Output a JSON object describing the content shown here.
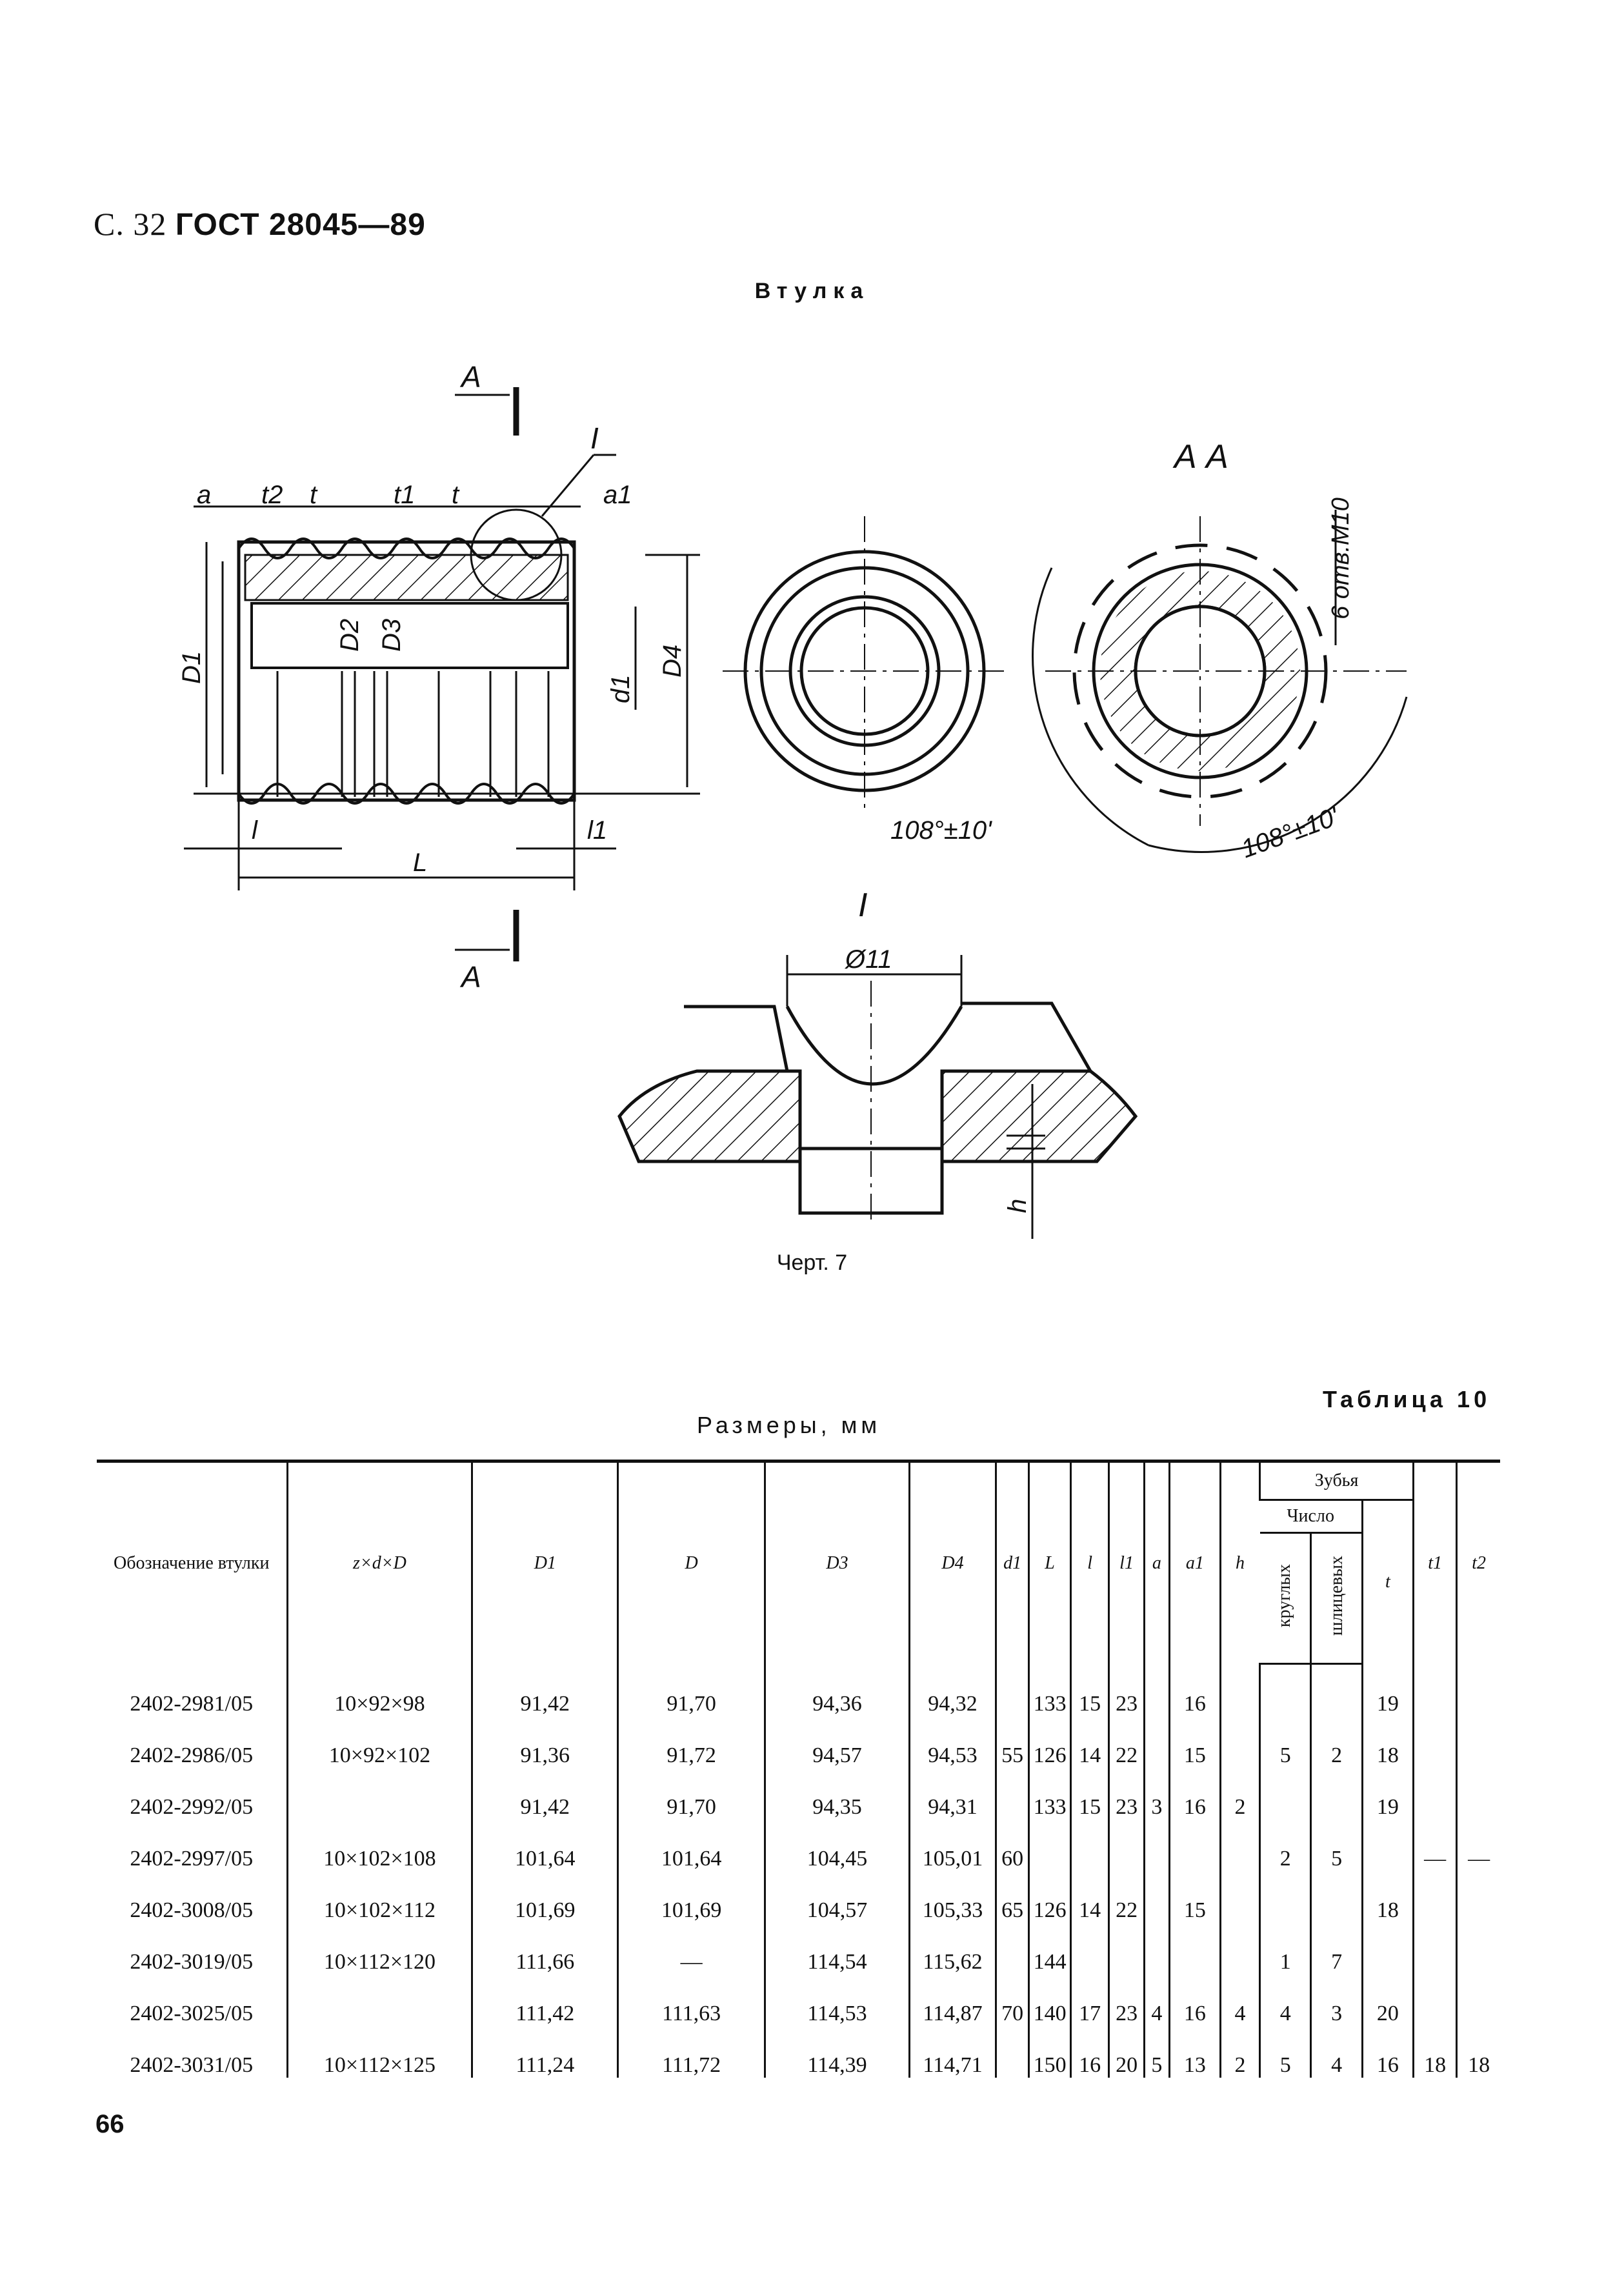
{
  "header": {
    "page_prefix": "С. 32",
    "standard": "ГОСТ 28045—89"
  },
  "drawing_title": "Втулка",
  "figure_caption": "Черт. 7",
  "drawing_labels": {
    "section_a": "А",
    "section_aa": "А А",
    "detail": "I",
    "diameter": "Ø11",
    "angle": "108°±10'",
    "holes": "6 отв.М10",
    "dims": [
      "a",
      "t2",
      "t",
      "t1",
      "t",
      "a1",
      "D1",
      "D2",
      "D3",
      "d1",
      "D4",
      "l",
      "L",
      "l1",
      "h"
    ]
  },
  "table": {
    "title": "Таблица 10",
    "subtitle": "Размеры, мм",
    "headers": {
      "designation": "Обозначение втулки",
      "zdD": "z×d×D",
      "D1": "D1",
      "D": "D",
      "D3": "D3",
      "D4": "D4",
      "d1": "d1",
      "L": "L",
      "l": "l",
      "l1": "l1",
      "a": "a",
      "a1": "a1",
      "h": "h",
      "teeth": "Зубья",
      "count": "Число",
      "round": "круглых",
      "spline": "шлицевых",
      "t": "t",
      "t1": "t1",
      "t2": "t2"
    },
    "rows": [
      {
        "des": "2402-2981/05",
        "zdD": "10×92×98",
        "D1": "91,42",
        "D": "91,70",
        "D3": "94,36",
        "D4": "94,32",
        "d1": "",
        "L": "133",
        "l": "15",
        "l1": "23",
        "a": "",
        "a1": "16",
        "h": "",
        "round": "",
        "spline": "",
        "t": "19",
        "t1": "",
        "t2": ""
      },
      {
        "des": "2402-2986/05",
        "zdD": "10×92×102",
        "D1": "91,36",
        "D": "91,72",
        "D3": "94,57",
        "D4": "94,53",
        "d1": "55",
        "L": "126",
        "l": "14",
        "l1": "22",
        "a": "",
        "a1": "15",
        "h": "",
        "round": "5",
        "spline": "2",
        "t": "18",
        "t1": "",
        "t2": ""
      },
      {
        "des": "2402-2992/05",
        "zdD": "",
        "D1": "91,42",
        "D": "91,70",
        "D3": "94,35",
        "D4": "94,31",
        "d1": "",
        "L": "133",
        "l": "15",
        "l1": "23",
        "a": "3",
        "a1": "16",
        "h": "2",
        "round": "",
        "spline": "",
        "t": "19",
        "t1": "",
        "t2": ""
      },
      {
        "des": "2402-2997/05",
        "zdD": "10×102×108",
        "D1": "101,64",
        "D": "101,64",
        "D3": "104,45",
        "D4": "105,01",
        "d1": "60",
        "L": "",
        "l": "",
        "l1": "",
        "a": "",
        "a1": "",
        "h": "",
        "round": "2",
        "spline": "5",
        "t": "",
        "t1": "—",
        "t2": "—"
      },
      {
        "des": "2402-3008/05",
        "zdD": "10×102×112",
        "D1": "101,69",
        "D": "101,69",
        "D3": "104,57",
        "D4": "105,33",
        "d1": "65",
        "L": "126",
        "l": "14",
        "l1": "22",
        "a": "",
        "a1": "15",
        "h": "",
        "round": "",
        "spline": "",
        "t": "18",
        "t1": "",
        "t2": ""
      },
      {
        "des": "2402-3019/05",
        "zdD": "10×112×120",
        "D1": "111,66",
        "D": "—",
        "D3": "114,54",
        "D4": "115,62",
        "d1": "",
        "L": "144",
        "l": "",
        "l1": "",
        "a": "",
        "a1": "",
        "h": "",
        "round": "1",
        "spline": "7",
        "t": "",
        "t1": "",
        "t2": ""
      },
      {
        "des": "2402-3025/05",
        "zdD": "",
        "D1": "111,42",
        "D": "111,63",
        "D3": "114,53",
        "D4": "114,87",
        "d1": "70",
        "L": "140",
        "l": "17",
        "l1": "23",
        "a": "4",
        "a1": "16",
        "h": "4",
        "round": "4",
        "spline": "3",
        "t": "20",
        "t1": "",
        "t2": ""
      },
      {
        "des": "2402-3031/05",
        "zdD": "10×112×125",
        "D1": "111,24",
        "D": "111,72",
        "D3": "114,39",
        "D4": "114,71",
        "d1": "",
        "L": "150",
        "l": "16",
        "l1": "20",
        "a": "5",
        "a1": "13",
        "h": "2",
        "round": "5",
        "spline": "4",
        "t": "16",
        "t1": "18",
        "t2": "18"
      }
    ]
  },
  "page_number": "66"
}
